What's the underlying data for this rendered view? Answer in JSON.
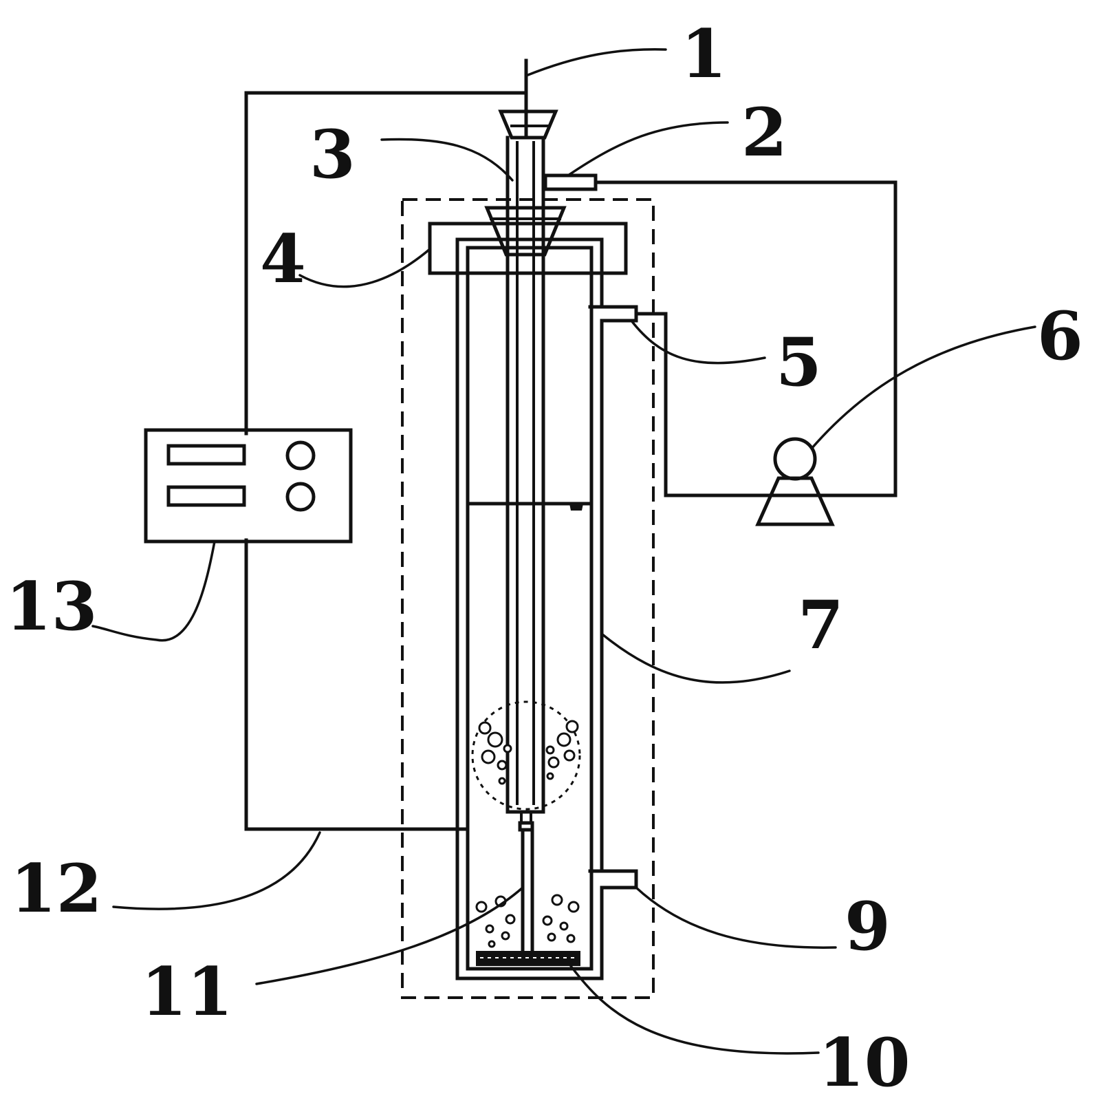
{
  "labels": {
    "l1": "1",
    "l2": "2",
    "l3": "3",
    "l4": "4",
    "l5": "5",
    "l6": "6",
    "l7": "7",
    "l9": "9",
    "l10": "10",
    "l11": "11",
    "l12": "12",
    "l13": "13"
  },
  "colors": {
    "line": "#111111",
    "background": "#ffffff"
  }
}
